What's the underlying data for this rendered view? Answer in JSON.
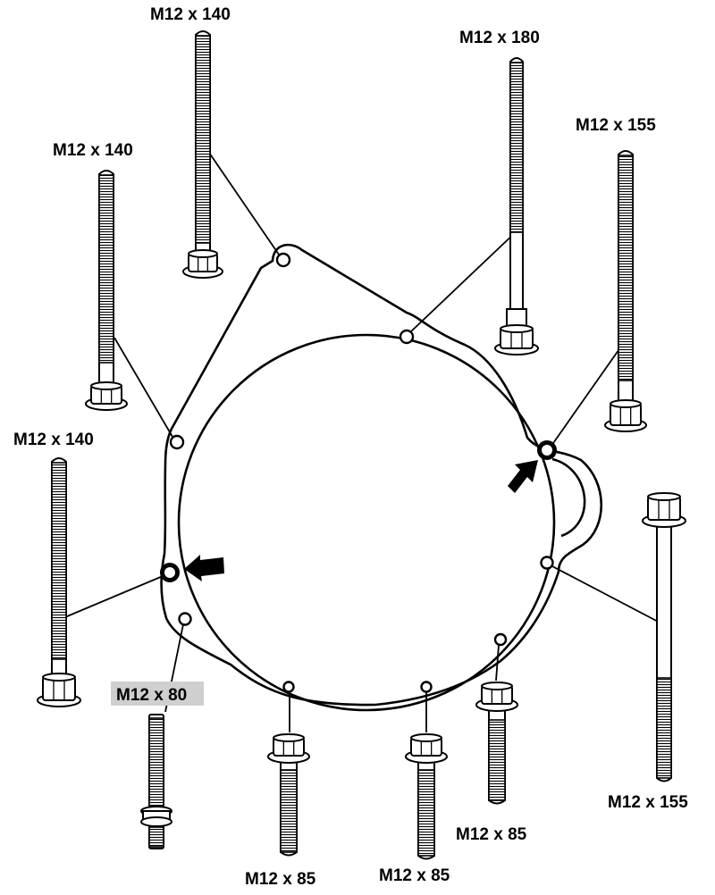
{
  "colors": {
    "ink": "#000000",
    "paper": "#ffffff",
    "label_highlight": "#cfcfcf"
  },
  "icons": {
    "bolt": "bolt-icon",
    "stud": "stud-icon",
    "arrow": "arrow-icon"
  },
  "labels": [
    {
      "text": "M12 x 140",
      "highlighted": false
    },
    {
      "text": "M12 x 180",
      "highlighted": false
    },
    {
      "text": "M12 x 155",
      "highlighted": false
    },
    {
      "text": "M12 x 140",
      "highlighted": false
    },
    {
      "text": "M12 x 140",
      "highlighted": false
    },
    {
      "text": "M12 x 155",
      "highlighted": false
    },
    {
      "text": "M12 x 80",
      "highlighted": true
    },
    {
      "text": "M12 x 85",
      "highlighted": false
    },
    {
      "text": "M12 x 85",
      "highlighted": false
    },
    {
      "text": "M12 x 85",
      "highlighted": false
    }
  ]
}
